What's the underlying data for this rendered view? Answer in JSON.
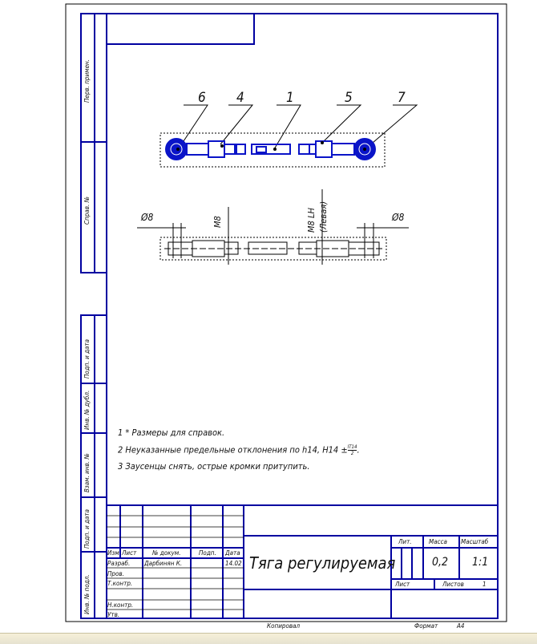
{
  "side_strip": [
    "Перв. примен.",
    "Справ. №",
    "Подп. и дата",
    "Инв. № дубл.",
    "Взам. инв. №",
    "Подп. и дата",
    "Инв. № подл."
  ],
  "positions": [
    "6",
    "4",
    "1",
    "5",
    "7"
  ],
  "dimensions": {
    "d_left": "Ø8",
    "m_left": "M8",
    "m_right": "M8 LH",
    "m_right_note": "(Левая)",
    "d_right": "Ø8"
  },
  "notes": [
    "1 * Размеры для справок.",
    "2 Неуказанные предельные отклонения по h14, H14 ±",
    "3 Заусенцы снять, острые кромки притупить."
  ],
  "note_fraction": {
    "num": "IT14",
    "den": "2"
  },
  "title_block": {
    "headers": [
      "Изм",
      "Лист",
      "№ докум.",
      "Подп.",
      "Дата"
    ],
    "roles": [
      "Разраб.",
      "Пров.",
      "Т.контр.",
      "Н.контр.",
      "Утв."
    ],
    "developer": "Дарбинян К.",
    "date": "14.02",
    "title": "Тяга регулируемая",
    "lit_label": "Лит.",
    "mass_label": "Масса",
    "scale_label": "Масштаб",
    "mass": "0,2",
    "scale": "1:1",
    "sheet_label": "Лист",
    "sheets_label": "Листов",
    "sheets": "1"
  },
  "footer": {
    "copied": "Копировал",
    "format_label": "Формат",
    "format": "A4"
  },
  "colors": {
    "frame": "#0000a0",
    "part": "#0a14c8"
  }
}
